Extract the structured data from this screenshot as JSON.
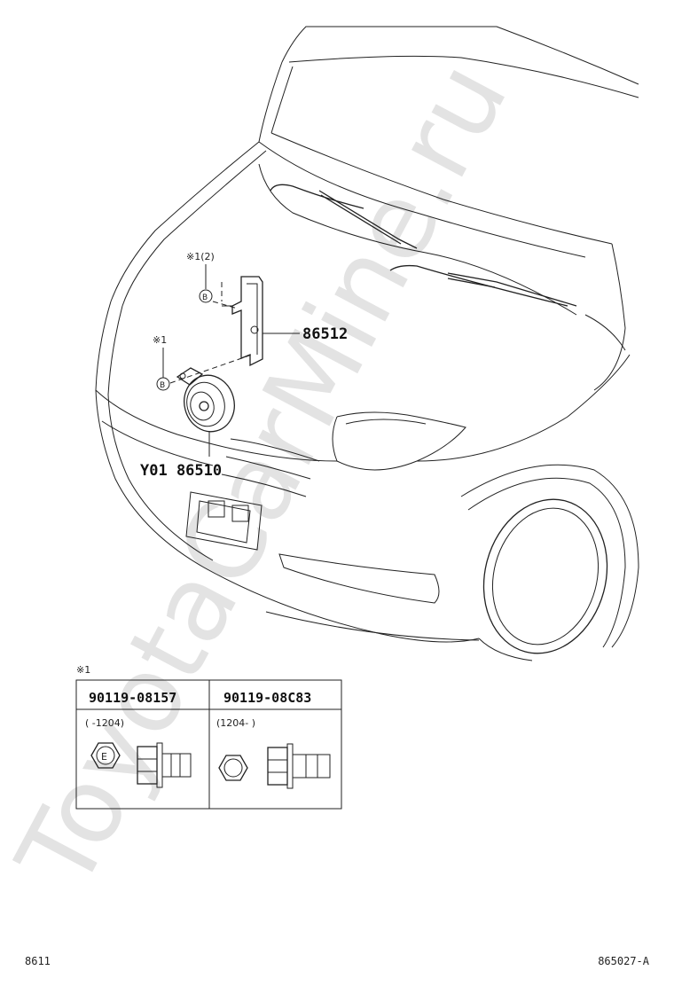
{
  "watermark": "ToyotaCarMine.ru",
  "callouts": {
    "bracket": "86512",
    "horn": "Y01 86510"
  },
  "notes": {
    "upper": "※1(2)",
    "lower": "※1",
    "bolt_symbol": "B"
  },
  "parts_table": {
    "note_label": "※1",
    "columns": [
      {
        "part_number": "90119-08157",
        "range": "(    -1204)",
        "head_mark": "E"
      },
      {
        "part_number": "90119-08C83",
        "range": "(1204-    )",
        "head_mark": ""
      }
    ]
  },
  "footer": {
    "left": "8611",
    "right": "865027-A"
  }
}
